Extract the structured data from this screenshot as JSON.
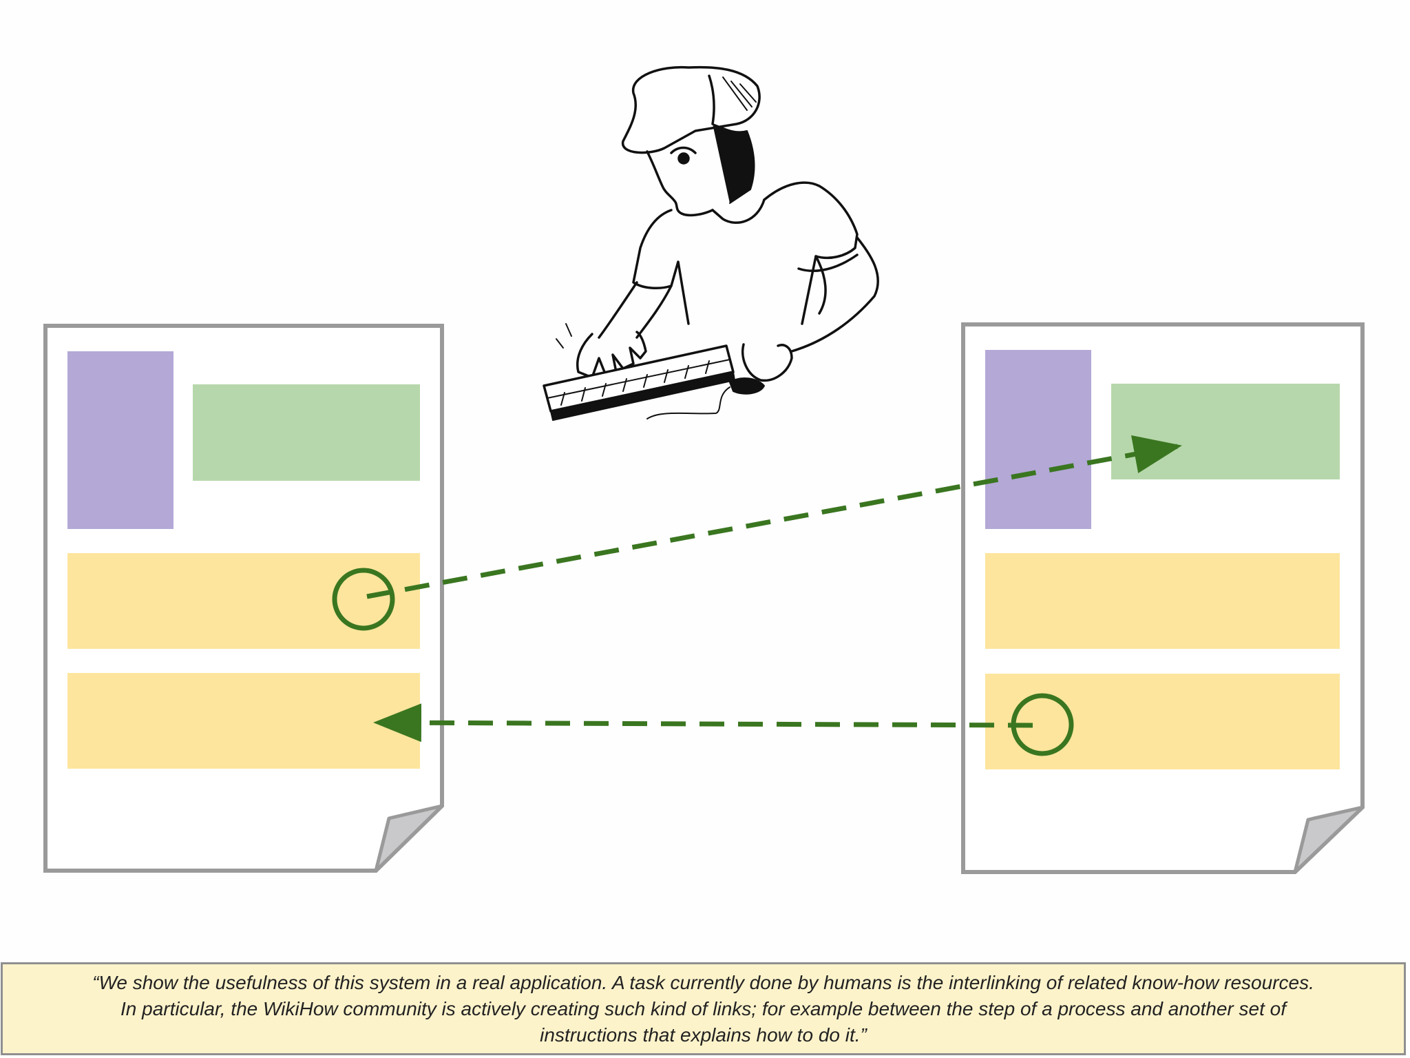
{
  "colors": {
    "page_border": "#9a9a9a",
    "page_fill": "#ffffff",
    "page_corner_fold": "#c9c9cc",
    "purple_block": "#b3a8d6",
    "green_block": "#b6d7ab",
    "yellow_block": "#fde59d",
    "link_arrow": "#3a7620",
    "caption_background": "#fdf3cb",
    "caption_border": "#8f8f8f"
  },
  "illustration": {
    "icon": "person-typing-on-keyboard-icon"
  },
  "caption": {
    "lines": [
      "“We show the usefulness of this system in a real application. A task currently done by humans is the interlinking of related know-how resources.",
      "In particular, the WikiHow community is actively creating such kind of links; for example between the step of a process and another set of",
      "instructions that explains how to do it.”"
    ]
  }
}
